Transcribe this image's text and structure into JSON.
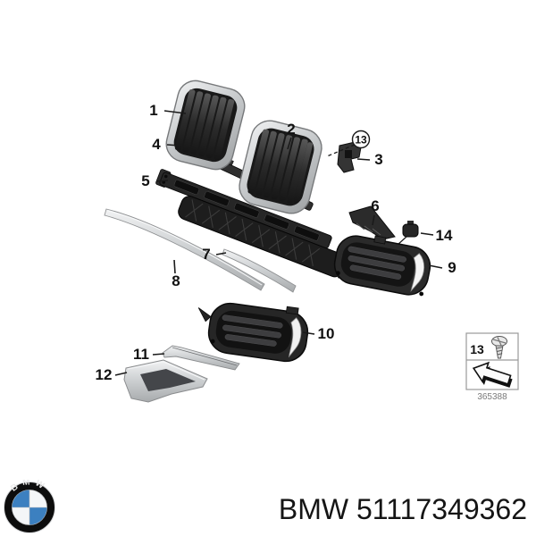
{
  "diagram": {
    "callouts": [
      {
        "label": "1"
      },
      {
        "label": "2"
      },
      {
        "label": "3"
      },
      {
        "label": "4"
      },
      {
        "label": "5"
      },
      {
        "label": "6"
      },
      {
        "label": "7"
      },
      {
        "label": "8"
      },
      {
        "label": "9"
      },
      {
        "label": "10"
      },
      {
        "label": "11"
      },
      {
        "label": "12"
      },
      {
        "label": "13",
        "circled": true
      },
      {
        "label": "14"
      }
    ],
    "kit_box": {
      "number": "13",
      "code": "365388",
      "icons": [
        "screw-icon",
        "direction-arrow-icon"
      ]
    }
  },
  "footer": {
    "part_label": "BMW 51117349362",
    "logo_text": "BMW"
  },
  "colors": {
    "logo_blue": "#3c80c0",
    "line_black": "#1a1a1a",
    "chrome": "#ced0d2",
    "kit_code_gray": "#7a7a7a"
  }
}
